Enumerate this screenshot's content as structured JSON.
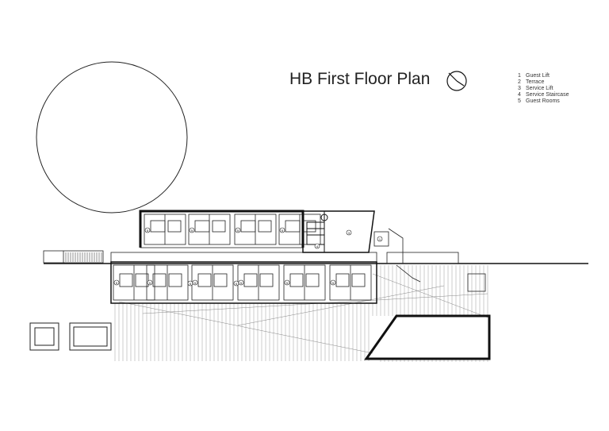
{
  "plan": {
    "title": "HB First Floor Plan",
    "legend": [
      {
        "num": "1",
        "label": "Guest Lift"
      },
      {
        "num": "2",
        "label": "Terrace"
      },
      {
        "num": "3",
        "label": "Service Lift"
      },
      {
        "num": "4",
        "label": "Service Staircase"
      },
      {
        "num": "5",
        "label": "Guest Rooms"
      }
    ],
    "room_markers": [
      "5",
      "5",
      "5",
      "5",
      "5",
      "5",
      "5",
      "5",
      "5",
      "5",
      "5",
      "5"
    ],
    "core_markers": [
      "3",
      "4",
      "1"
    ],
    "colors": {
      "line": "#111111",
      "hatch": "#9a9a9a"
    }
  }
}
